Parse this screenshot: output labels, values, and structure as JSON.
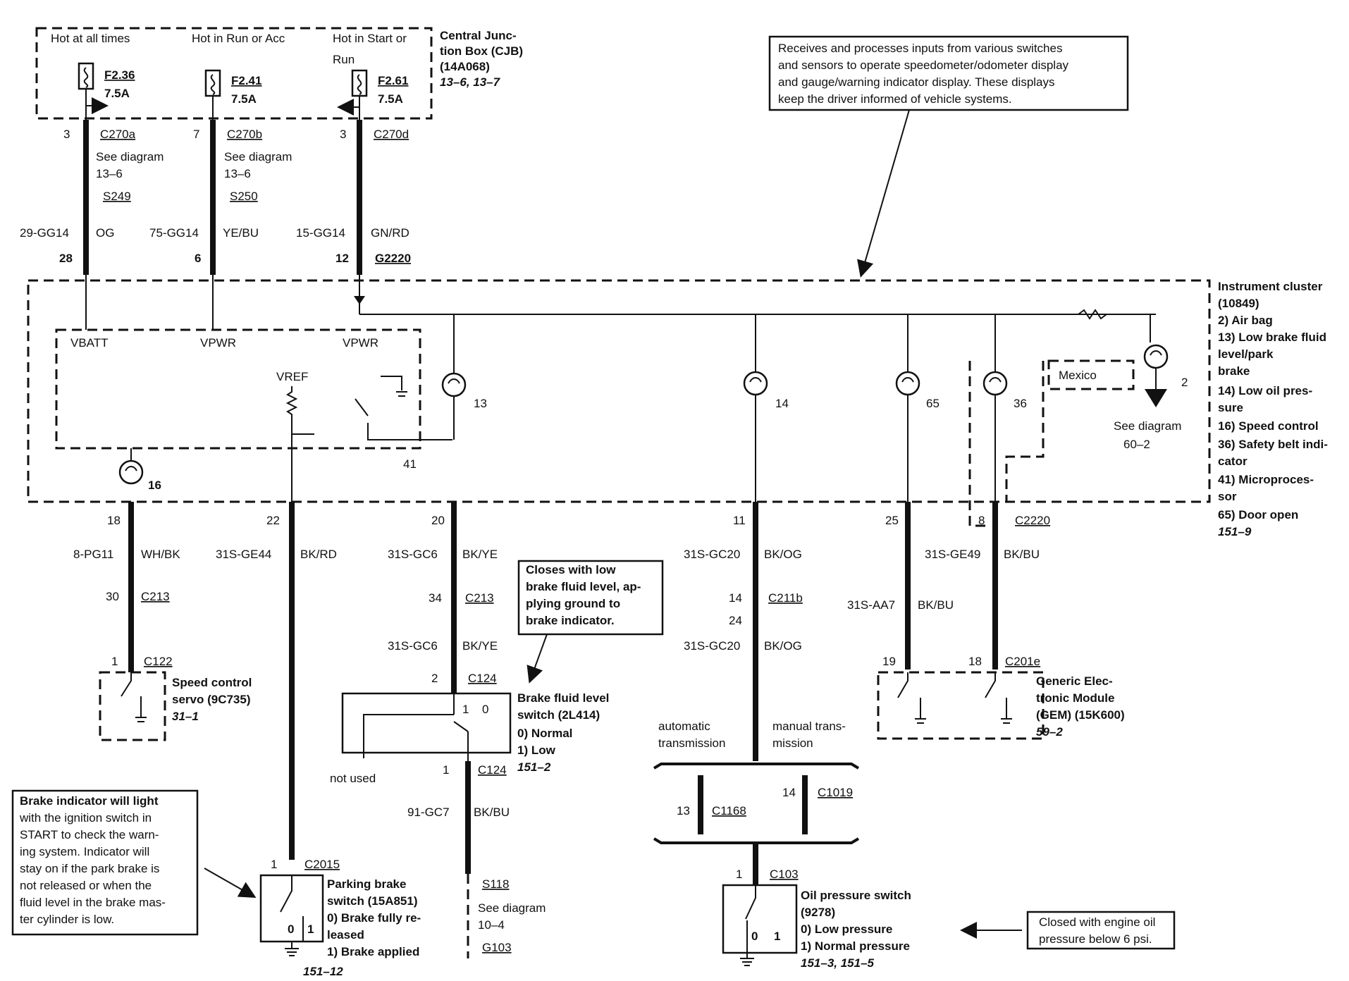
{
  "cjb": {
    "hot_all": "Hot at all times",
    "hot_run": "Hot in Run or Acc",
    "hot_start_1": "Hot in Start or",
    "hot_start_2": "Run",
    "title_1": "Central Junc-",
    "title_2": "tion Box (CJB)",
    "title_3": "(14A068)",
    "ref": "13–6, 13–7",
    "fuses": [
      {
        "id": "F2.36",
        "rating": "7.5A"
      },
      {
        "id": "F2.41",
        "rating": "7.5A"
      },
      {
        "id": "F2.61",
        "rating": "7.5A"
      }
    ]
  },
  "feeds": [
    {
      "pin": "3",
      "conn": "C270a",
      "see1": "See diagram",
      "see2": "13–6",
      "splice": "S249",
      "circuit": "29-GG14",
      "color": "OG",
      "ic_pin": "28"
    },
    {
      "pin": "7",
      "conn": "C270b",
      "see1": "See diagram",
      "see2": "13–6",
      "splice": "S250",
      "circuit": "75-GG14",
      "color": "YE/BU",
      "ic_pin": "6"
    },
    {
      "pin": "3",
      "conn": "C270d",
      "circuit": "15-GG14",
      "color": "GN/RD",
      "ic_pin": "12",
      "ground": "G2220"
    }
  ],
  "note_top": [
    "Receives and processes inputs from various switches",
    "and sensors to operate speedometer/odometer display",
    "and gauge/warning indicator display. These displays",
    "keep the driver informed of vehicle systems."
  ],
  "cluster": {
    "title_1": "Instrument cluster",
    "title_2": "(10849)",
    "items": [
      "2)   Air bag",
      "13)  Low brake fluid",
      "       level/park",
      "       brake",
      "14)  Low oil pres-",
      "       sure",
      "16)  Speed control",
      "36)  Safety belt indi-",
      "       cator",
      "41)  Microproces-",
      "       sor",
      "65)  Door open"
    ],
    "ref": "151–9",
    "vbatt": "VBATT",
    "vpwr1": "VPWR",
    "vpwr2": "VPWR",
    "vref": "VREF",
    "mexico": "Mexico",
    "see_1": "See diagram",
    "see_2": "60–2",
    "lamp_labels": [
      "16",
      "13",
      "14",
      "65",
      "36",
      "2"
    ],
    "pin41": "41",
    "pin8": "8",
    "conn_c2220": "C2220"
  },
  "outputs": [
    {
      "pin": "18",
      "circuit": "8-PG11",
      "color": "WH/BK"
    },
    {
      "pin": "22",
      "circuit": "31S-GE44",
      "color": "BK/RD"
    },
    {
      "pin": "20",
      "circuit": "31S-GC6",
      "color": "BK/YE"
    },
    {
      "pin": "11",
      "circuit": "31S-GC20",
      "color": "BK/OG"
    },
    {
      "pin": "25",
      "circuit": "31S-AA7",
      "color": "BK/BU"
    },
    {
      "circuit": "31S-GE49",
      "color": "BK/BU"
    }
  ],
  "speed_servo": {
    "pin30": "30",
    "c213": "C213",
    "pin1": "1",
    "c122": "C122",
    "title_1": "Speed control",
    "title_2": "servo (9C735)",
    "ref": "31–1"
  },
  "brake_fluid": {
    "pin34": "34",
    "c213": "C213",
    "circuit2": "31S-GC6",
    "color2": "BK/YE",
    "pin2": "2",
    "c124": "C124",
    "pin1": "1",
    "c124b": "C124",
    "note": [
      "Closes with low",
      "brake fluid level, ap-",
      "plying ground to",
      "brake indicator."
    ],
    "title_1": "Brake fluid level",
    "title_2": "switch (2L414)",
    "state0": "0)   Normal",
    "state1": "1)   Low",
    "ref": "151–2",
    "pos1": "1",
    "pos0": "0",
    "not_used": "not used",
    "circuit3": "91-GC7",
    "color3": "BK/BU",
    "s118": "S118",
    "see1": "See diagram",
    "see2": "10–4",
    "g103": "G103"
  },
  "parking_brake": {
    "note": [
      "Brake indicator will light",
      "with the ignition switch in",
      "START to check the warn-",
      "ing system. Indicator will",
      "stay on if the park brake is",
      "not released or when the",
      "fluid level in the brake mas-",
      "ter cylinder is low."
    ],
    "pin1": "1",
    "c2015": "C2015",
    "title_1": "Parking brake",
    "title_2": "switch (15A851)",
    "state0a": "0)    Brake fully re-",
    "state0b": "       leased",
    "state1": "1)    Brake applied",
    "ref": "151–12",
    "pos0": "0",
    "pos1": "1"
  },
  "oil": {
    "pin14": "14",
    "c211b": "C211b",
    "pin24": "24",
    "circuit2": "31S-GC20",
    "color2": "BK/OG",
    "auto_1": "automatic",
    "auto_2": "transmission",
    "man_1": "manual trans-",
    "man_2": "mission",
    "pin13": "13",
    "c1168": "C1168",
    "pin14b": "14",
    "c1019": "C1019",
    "pin1": "1",
    "c103": "C103",
    "title_1": "Oil pressure switch",
    "title_2": "(9278)",
    "state0": "0)    Low pressure",
    "state1": "1)    Normal pressure",
    "ref": "151–3, 151–5",
    "pos0": "0",
    "pos1": "1",
    "note": [
      "Closed with engine oil",
      "pressure below 6 psi."
    ]
  },
  "gem": {
    "pin19": "19",
    "pin18": "18",
    "c201e": "C201e",
    "title_1": "Generic Elec-",
    "title_2": "tronic Module",
    "title_3": "(GEM) (15K600)",
    "ref": "59–2"
  }
}
